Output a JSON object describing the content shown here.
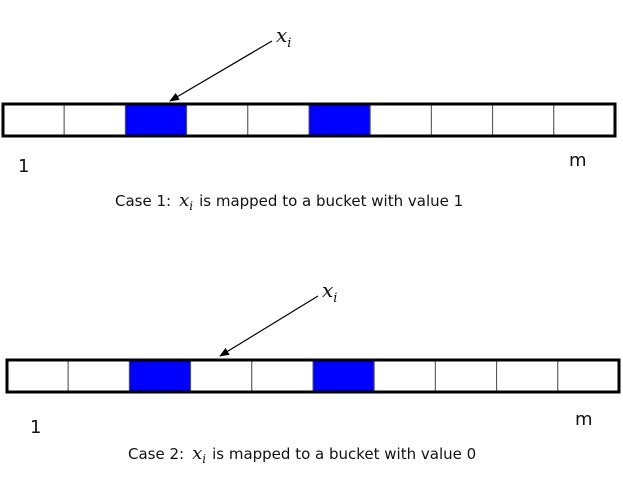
{
  "colors": {
    "filled": "#0000ff",
    "empty": "#ffffff",
    "stroke": "#000000"
  },
  "cases": [
    {
      "bits": [
        0,
        0,
        1,
        0,
        0,
        1,
        0,
        0,
        0,
        0
      ],
      "arrow_label_var": "x",
      "arrow_label_sub": "i",
      "left_label": "1",
      "right_label": "m",
      "caption_prefix": "Case 1:",
      "caption_var": "x",
      "caption_sub": "i",
      "caption_suffix": "is mapped to a bucket with value 1"
    },
    {
      "bits": [
        0,
        0,
        1,
        0,
        0,
        1,
        0,
        0,
        0,
        0
      ],
      "arrow_label_var": "x",
      "arrow_label_sub": "i",
      "left_label": "1",
      "right_label": "m",
      "caption_prefix": "Case 2:",
      "caption_var": "x",
      "caption_sub": "i",
      "caption_suffix": "is mapped to a bucket with value 0"
    }
  ]
}
